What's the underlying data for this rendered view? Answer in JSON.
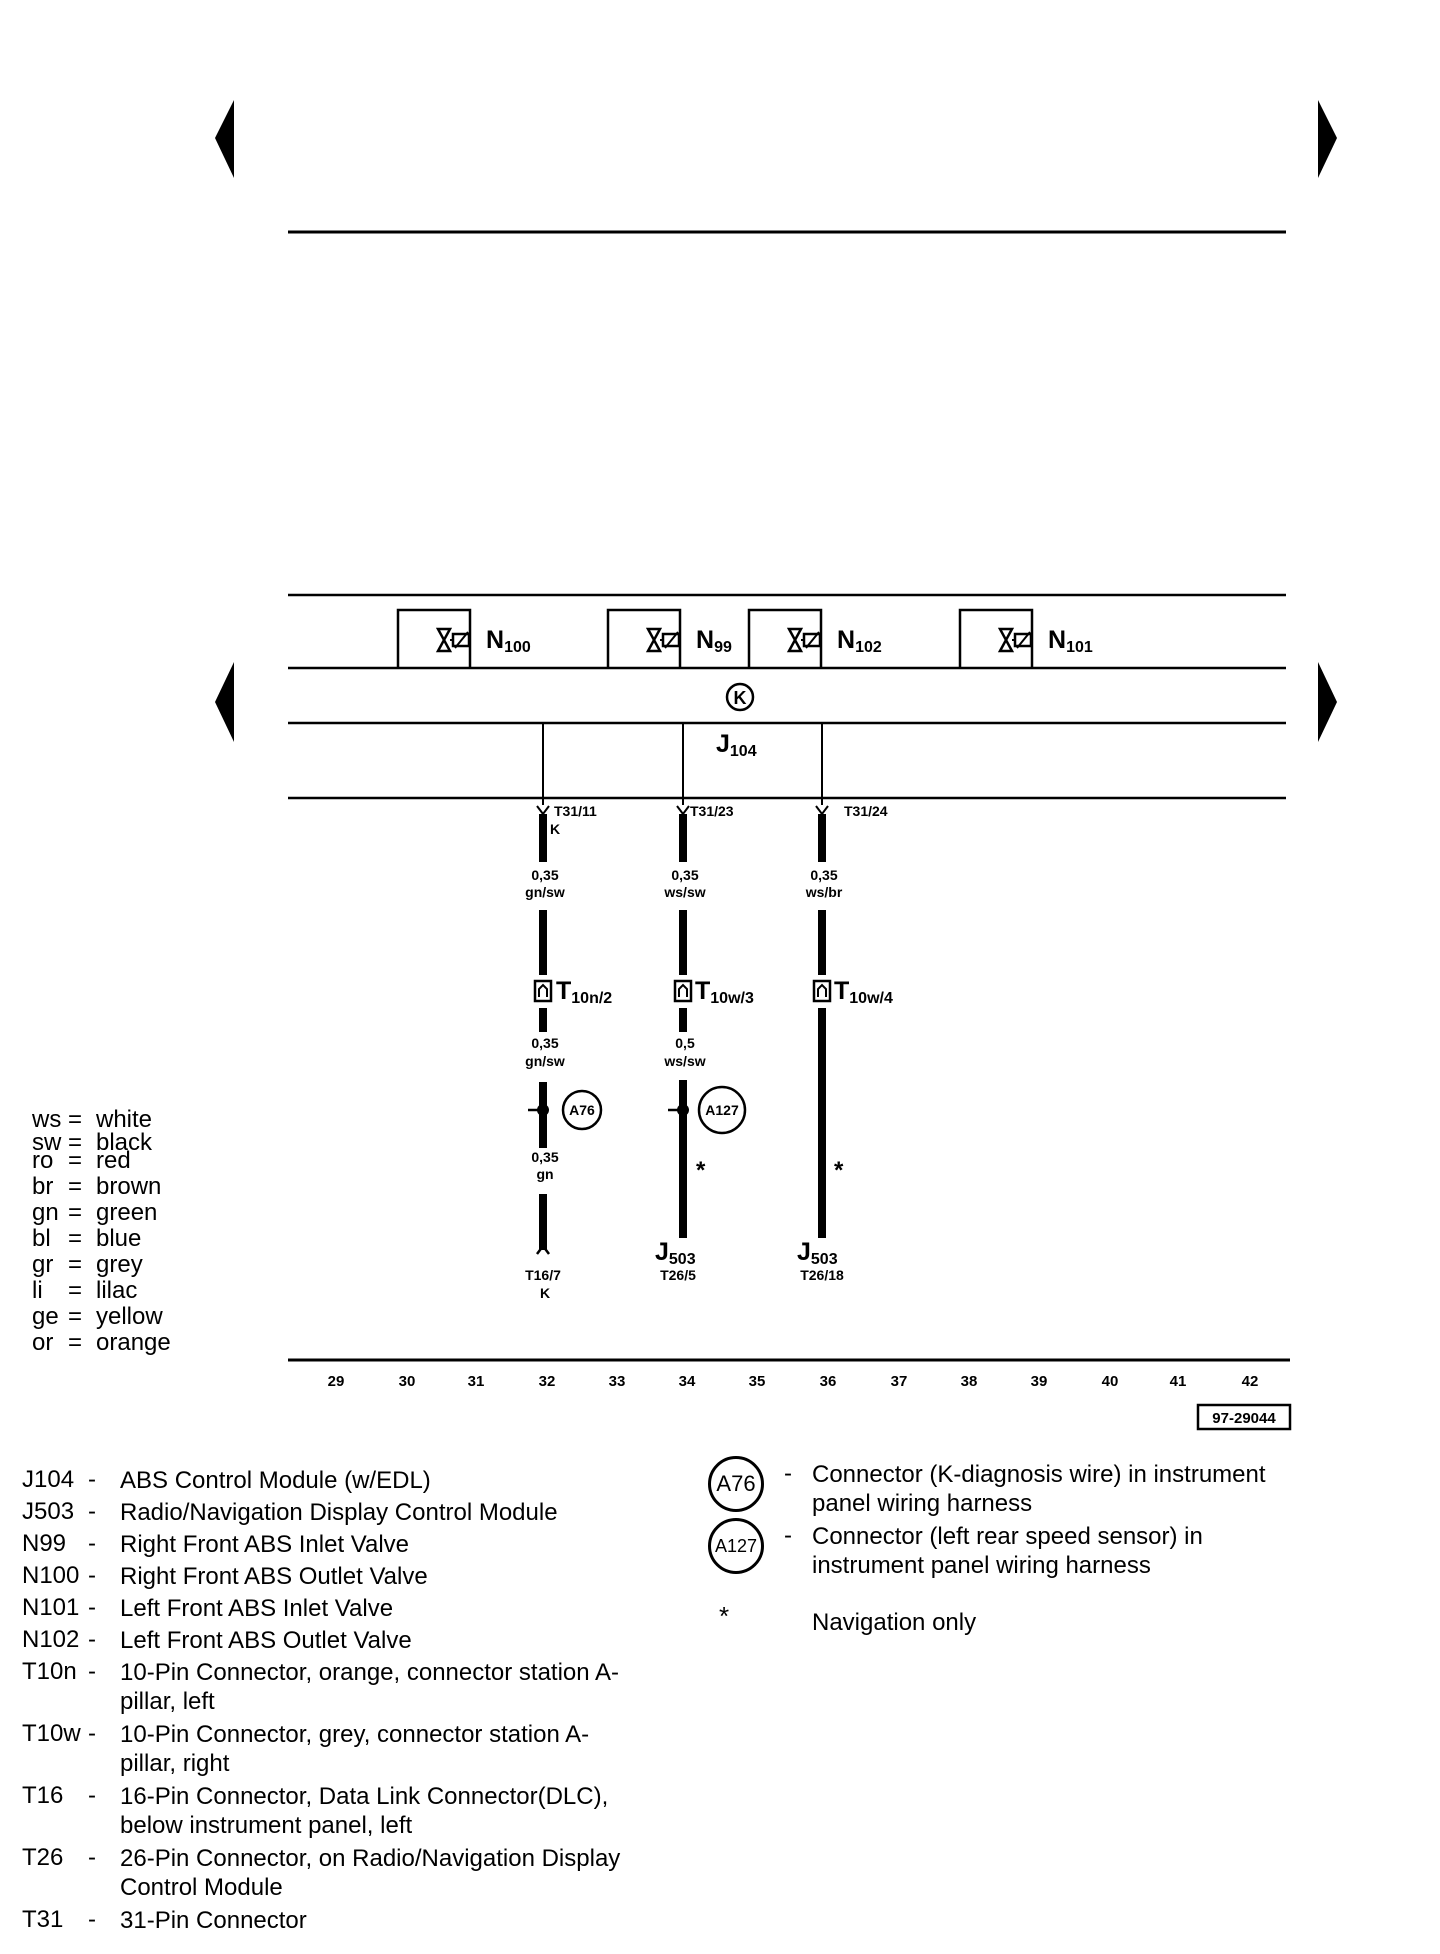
{
  "diagram": {
    "components": [
      {
        "id": "N",
        "sub": "100"
      },
      {
        "id": "N",
        "sub": "99"
      },
      {
        "id": "N",
        "sub": "102"
      },
      {
        "id": "N",
        "sub": "101"
      }
    ],
    "kline_symbol": "K",
    "module": {
      "id": "J",
      "sub": "104"
    },
    "wires": [
      {
        "pin": "T31/11",
        "pin_extra": "K",
        "gauge1": "0,35",
        "color1": "gn/sw",
        "connector": {
          "id": "T",
          "sub": "10n/2"
        },
        "gauge2": "0,35",
        "color2": "gn/sw",
        "splice": "A76",
        "gauge3": "0,35",
        "color3": "gn",
        "end_id": "",
        "end_sub": "",
        "end_pin": "T16/7",
        "end_extra": "K",
        "star": ""
      },
      {
        "pin": "T31/23",
        "pin_extra": "",
        "gauge1": "0,35",
        "color1": "ws/sw",
        "connector": {
          "id": "T",
          "sub": "10w/3"
        },
        "gauge2": "0,5",
        "color2": "ws/sw",
        "splice": "A127",
        "gauge3": "",
        "color3": "",
        "end_id": "J",
        "end_sub": "503",
        "end_pin": "T26/5",
        "end_extra": "",
        "star": "*"
      },
      {
        "pin": "T31/24",
        "pin_extra": "",
        "gauge1": "0,35",
        "color1": "ws/br",
        "connector": {
          "id": "T",
          "sub": "10w/4"
        },
        "gauge2": "",
        "color2": "",
        "splice": "",
        "gauge3": "",
        "color3": "",
        "end_id": "J",
        "end_sub": "503",
        "end_pin": "T26/18",
        "end_extra": "",
        "star": "*"
      }
    ],
    "axis_numbers": [
      "29",
      "30",
      "31",
      "32",
      "33",
      "34",
      "35",
      "36",
      "37",
      "38",
      "39",
      "40",
      "41",
      "42"
    ],
    "ref_number": "97-29044"
  },
  "color_legend": [
    {
      "code": "ws",
      "eq": "=",
      "name": "white"
    },
    {
      "code": "sw",
      "eq": "=",
      "name": "black"
    },
    {
      "code": "ro",
      "eq": "=",
      "name": "red"
    },
    {
      "code": "br",
      "eq": "=",
      "name": "brown"
    },
    {
      "code": "gn",
      "eq": "=",
      "name": "green"
    },
    {
      "code": "bl",
      "eq": "=",
      "name": "blue"
    },
    {
      "code": "gr",
      "eq": "=",
      "name": "grey"
    },
    {
      "code": "li",
      "eq": "=",
      "name": "lilac"
    },
    {
      "code": "ge",
      "eq": "=",
      "name": "yellow"
    },
    {
      "code": "or",
      "eq": "=",
      "name": "orange"
    }
  ],
  "key": [
    {
      "code": "J104",
      "dash": "-",
      "desc": "ABS Control Module (w/EDL)"
    },
    {
      "code": "J503",
      "dash": "-",
      "desc": "Radio/Navigation Display Control Module"
    },
    {
      "code": "N99",
      "dash": "-",
      "desc": "Right Front ABS Inlet Valve"
    },
    {
      "code": "N100",
      "dash": "-",
      "desc": "Right Front ABS Outlet Valve"
    },
    {
      "code": "N101",
      "dash": "-",
      "desc": "Left Front ABS Inlet Valve"
    },
    {
      "code": "N102",
      "dash": "-",
      "desc": "Left Front ABS Outlet Valve"
    },
    {
      "code": "T10n",
      "dash": "-",
      "desc": "10-Pin Connector, orange, connector station A-pillar, left"
    },
    {
      "code": "T10w",
      "dash": "-",
      "desc": "10-Pin Connector, grey, connector station A-pillar, right"
    },
    {
      "code": "T16",
      "dash": "-",
      "desc": "16-Pin Connector, Data Link Connector(DLC), below instrument panel, left"
    },
    {
      "code": "T26",
      "dash": "-",
      "desc": "26-Pin Connector, on Radio/Navigation Display Control Module"
    },
    {
      "code": "T31",
      "dash": "-",
      "desc": "31-Pin Connector"
    }
  ],
  "key_right": [
    {
      "symbol": "A76",
      "dash": "-",
      "desc": "Connector (K-diagnosis wire) in instrument panel wiring harness"
    },
    {
      "symbol": "A127",
      "dash": "-",
      "desc": "Connector (left rear speed sensor) in instrument panel wiring harness"
    },
    {
      "symbol": "*",
      "dash": "",
      "desc": "Navigation only"
    }
  ]
}
